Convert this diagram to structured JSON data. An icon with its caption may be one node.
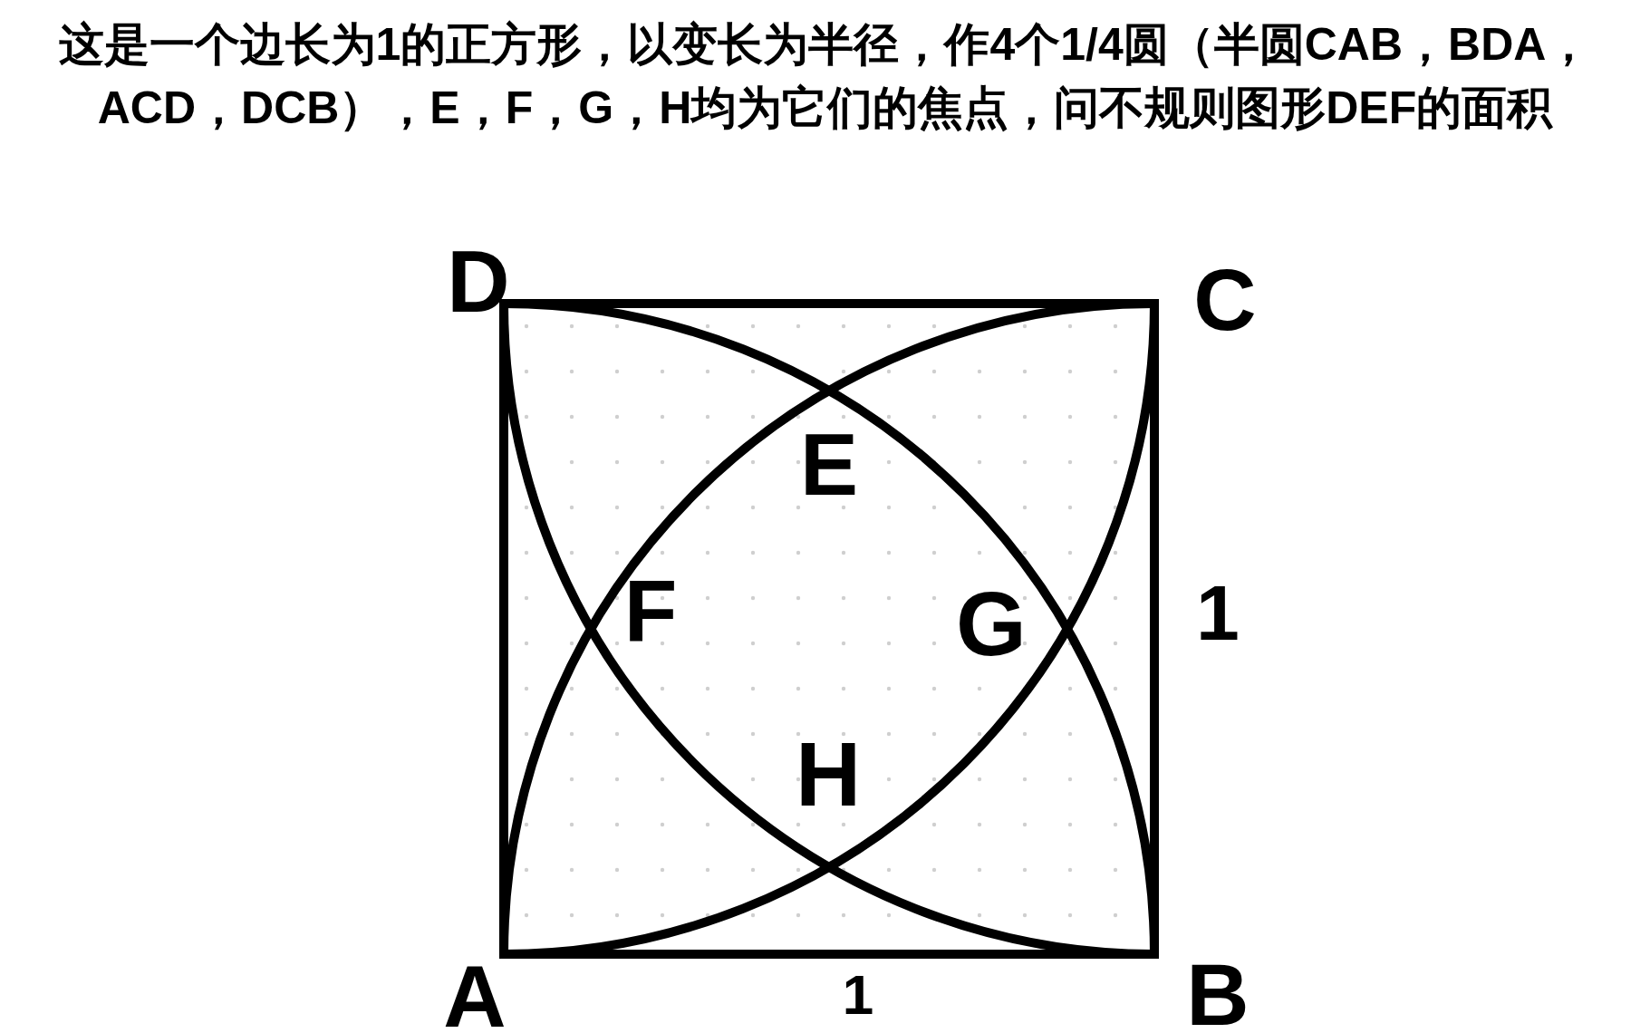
{
  "diagram": {
    "title": "这是一个边长为1的正方形，以变长为半径，作4个1/4圆（半圆CAB，BDA，ACD，DCB），E，F，G，H均为它们的焦点，问不规则图形DEF的面积",
    "labels": [
      "D",
      "C",
      "E",
      "F",
      "G",
      "1",
      "H",
      "A",
      "1",
      "B"
    ]
  }
}
